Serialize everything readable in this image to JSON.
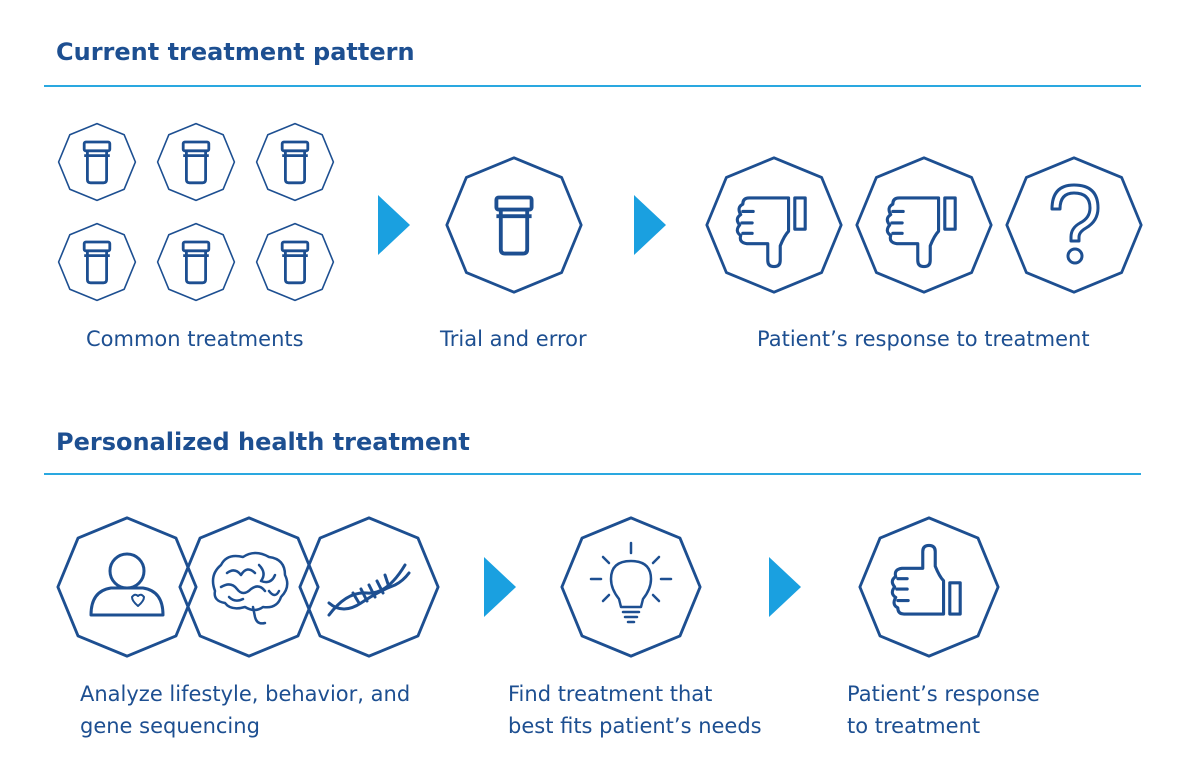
{
  "sections": {
    "current": {
      "title": "Current treatment pattern",
      "captions": {
        "common": "Common treatments",
        "trial": "Trial and error",
        "response": "Patient’s response to treatment"
      }
    },
    "personalized": {
      "title": "Personalized health treatment",
      "captions": {
        "analyze_line1": "Analyze lifestyle, behavior, and",
        "analyze_line2": "gene sequencing",
        "find_line1": "Find treatment that",
        "find_line2": "best fits patient’s needs",
        "response_line1": "Patient’s response",
        "response_line2": "to treatment"
      }
    }
  },
  "icons": [
    "pill-bottle-icon",
    "thumbs-down-icon",
    "question-mark-icon",
    "person-heart-icon",
    "brain-icon",
    "dna-icon",
    "lightbulb-icon",
    "thumbs-up-icon",
    "arrow-right-icon"
  ],
  "colors": {
    "title": "#1d4f91",
    "rule": "#2aa8e0",
    "icon_stroke": "#1d4f91",
    "arrow": "#1aa0e0"
  }
}
